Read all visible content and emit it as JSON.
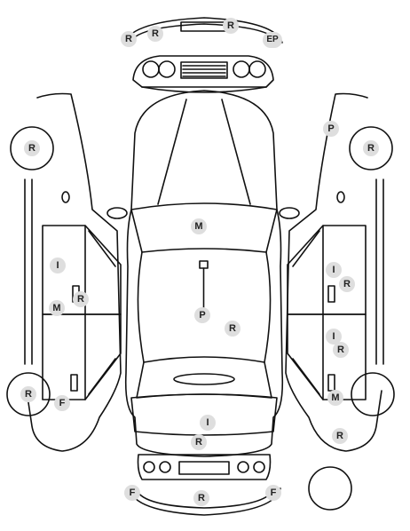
{
  "markers": {
    "front_bumper_left": "R",
    "front_bumper_mid": "R",
    "front_bumper_right": "R",
    "front_bumper_ep": "EP",
    "left_front_wheel": "R",
    "left_front_door_i": "I",
    "left_front_door_r": "R",
    "left_front_door_m": "M",
    "left_rear_wheel": "R",
    "left_rear_f": "F",
    "right_front_p": "P",
    "right_front_wheel": "R",
    "right_front_door_i": "I",
    "right_front_door_r": "R",
    "right_rear_door_i": "I",
    "right_rear_door_r": "R",
    "right_rear_m": "M",
    "right_rear_r": "R",
    "hood_m": "M",
    "roof_p": "P",
    "roof_r": "R",
    "trunk_i": "I",
    "trunk_r": "R",
    "rear_bumper_f_left": "F",
    "rear_bumper_r": "R",
    "rear_bumper_f_right": "F"
  }
}
